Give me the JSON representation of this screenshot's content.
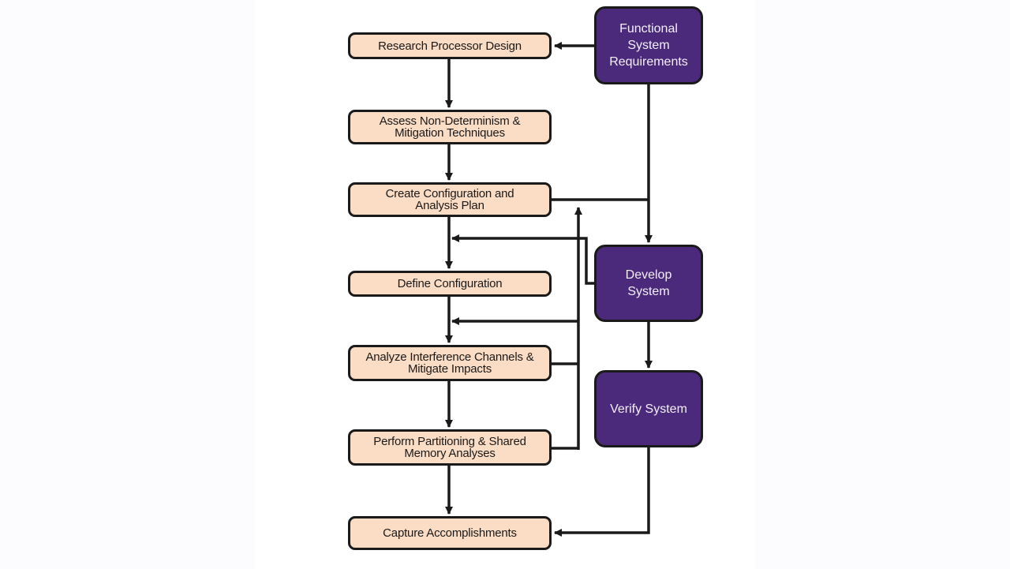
{
  "diagram": {
    "colors": {
      "step_fill": "#fbdcc4",
      "system_fill": "#4b2a7b",
      "line": "#1a1a1a",
      "system_text": "#f4f0fa"
    },
    "process_steps": [
      {
        "id": "research",
        "label": "Research Processor Design"
      },
      {
        "id": "assess",
        "label": "Assess Non-Determinism &\nMitigation Techniques"
      },
      {
        "id": "create",
        "label": "Create Configuration and\nAnalysis Plan"
      },
      {
        "id": "define",
        "label": "Define Configuration"
      },
      {
        "id": "analyze",
        "label": "Analyze Interference Channels &\nMitigate Impacts"
      },
      {
        "id": "perform",
        "label": "Perform Partitioning & Shared\nMemory Analyses"
      },
      {
        "id": "capture",
        "label": "Capture Accomplishments"
      }
    ],
    "system_steps": [
      {
        "id": "functional",
        "label": "Functional\nSystem\nRequirements"
      },
      {
        "id": "develop",
        "label": "Develop\nSystem"
      },
      {
        "id": "verify",
        "label": "Verify System"
      }
    ],
    "connections": [
      {
        "from": "functional",
        "to": "research"
      },
      {
        "from": "research",
        "to": "assess"
      },
      {
        "from": "assess",
        "to": "create"
      },
      {
        "from": "create",
        "to": "define"
      },
      {
        "from": "functional",
        "to": "develop"
      },
      {
        "from": "create",
        "to": "develop"
      },
      {
        "from": "develop",
        "to": "define",
        "note": "joins trunk above Define Configuration"
      },
      {
        "from": "define",
        "to": "analyze"
      },
      {
        "from": "analyze",
        "to": "perform"
      },
      {
        "from": "analyze",
        "to": "create",
        "note": "feedback loop"
      },
      {
        "from": "perform",
        "to": "create",
        "note": "feedback loop"
      },
      {
        "from": "perform",
        "to": "capture"
      },
      {
        "from": "develop",
        "to": "verify"
      },
      {
        "from": "verify",
        "to": "capture"
      }
    ]
  }
}
